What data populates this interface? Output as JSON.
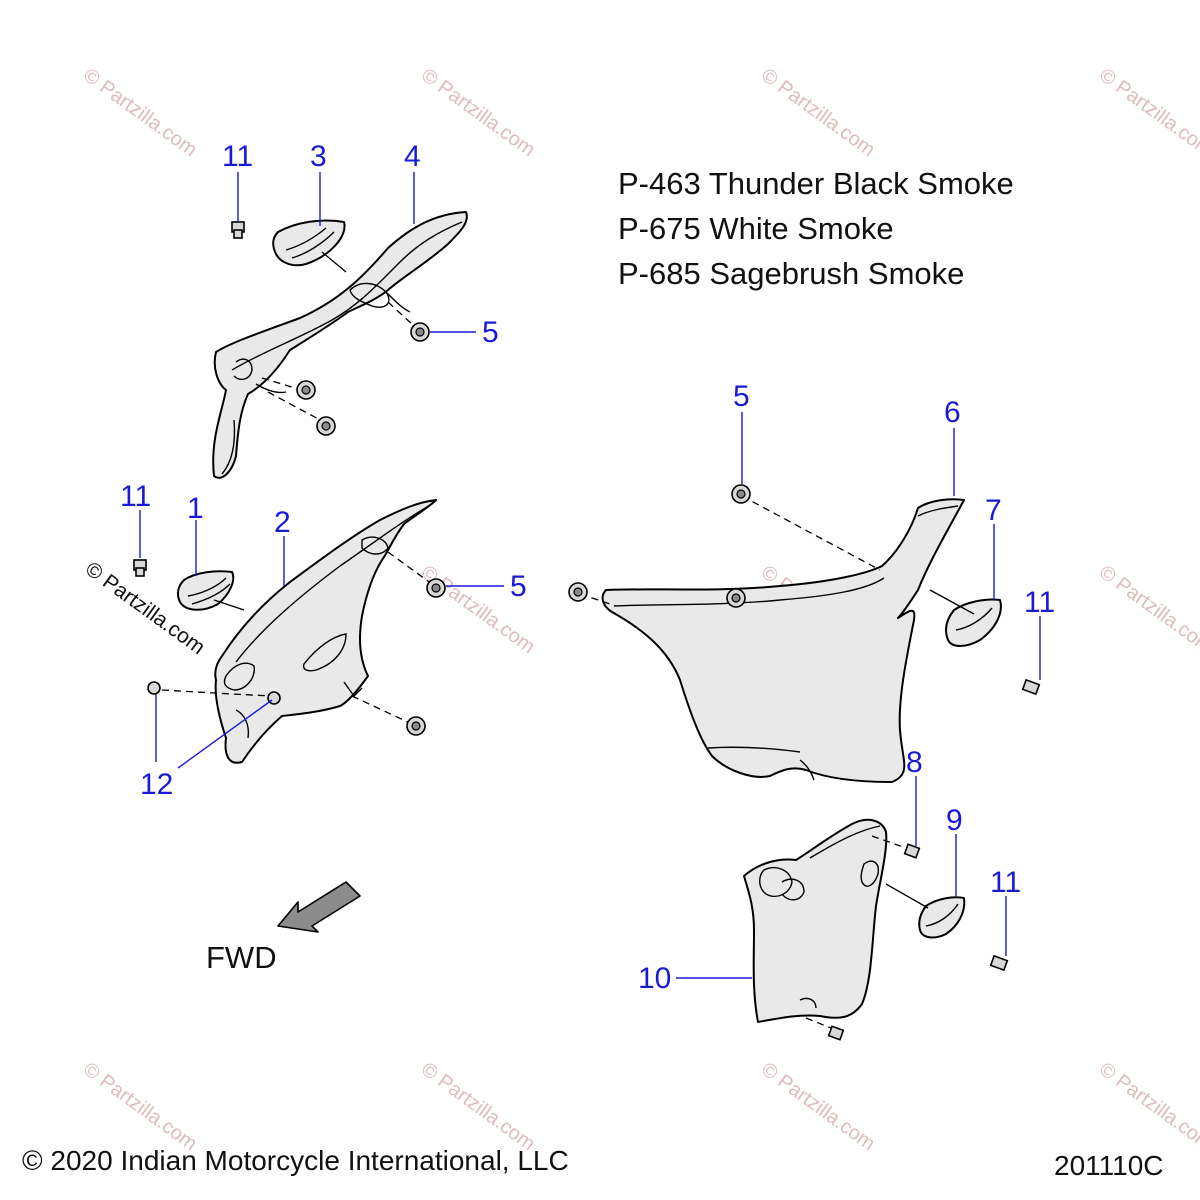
{
  "paint_codes": [
    "P-463 Thunder Black Smoke",
    "P-675 White Smoke",
    "P-685 Sagebrush Smoke"
  ],
  "direction_label": "FWD",
  "copyright": "© 2020 Indian Motorcycle International, LLC",
  "diagram_number": "201110C",
  "watermark": "© Partzilla.com",
  "callouts": {
    "c1": "1",
    "c2": "2",
    "c3": "3",
    "c4": "4",
    "c5a": "5",
    "c5b": "5",
    "c5c": "5",
    "c6": "6",
    "c7": "7",
    "c8": "8",
    "c9": "9",
    "c10": "10",
    "c11a": "11",
    "c11b": "11",
    "c11c": "11",
    "c11d": "11",
    "c12": "12"
  }
}
